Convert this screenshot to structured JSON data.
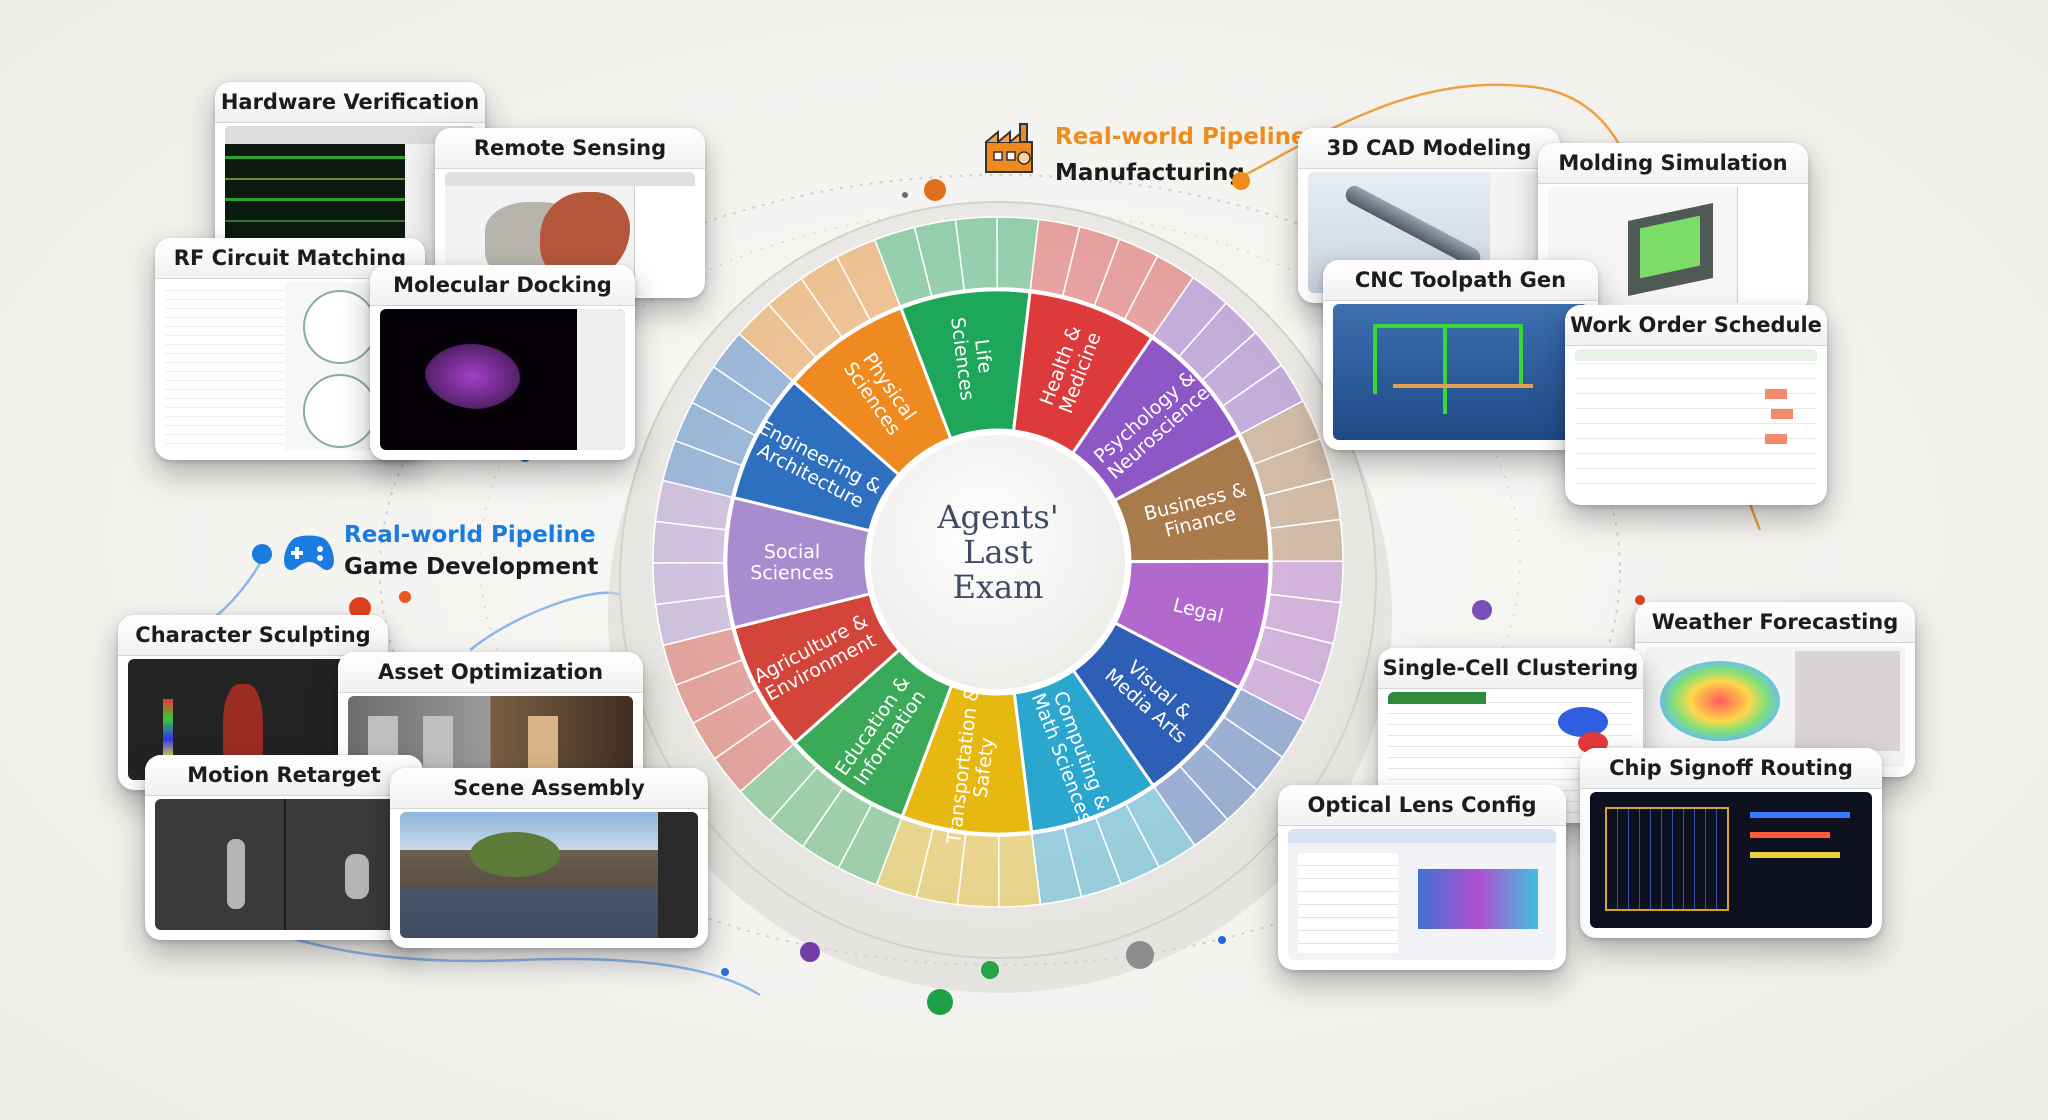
{
  "center": {
    "line1": "Agents'",
    "line2": "Last",
    "line3": "Exam"
  },
  "sectors": [
    {
      "label": "Social Sciences",
      "color": "#a98bd0"
    },
    {
      "label": "Engineering & Architecture",
      "color": "#2f6fc0"
    },
    {
      "label": "Physical Sciences",
      "color": "#ee8a1f"
    },
    {
      "label": "Life Sciences",
      "color": "#1ea65a"
    },
    {
      "label": "Health & Medicine",
      "color": "#dd3b3b"
    },
    {
      "label": "Psychology & Neuroscience",
      "color": "#8d58c6"
    },
    {
      "label": "Business & Finance",
      "color": "#a97a4c"
    },
    {
      "label": "Legal",
      "color": "#b268cc"
    },
    {
      "label": "Visual & Media Arts",
      "color": "#2d5fb6"
    },
    {
      "label": "Computing & Math Sciences",
      "color": "#2aa6cf"
    },
    {
      "label": "Transportation & Safety",
      "color": "#e7b712"
    },
    {
      "label": "Education & Information",
      "color": "#3aaa58"
    },
    {
      "label": "Agriculture & Environment",
      "color": "#d3443a"
    }
  ],
  "pipelines": {
    "manufacturing": {
      "title": "Real-world Pipeline",
      "subtitle": "Manufacturing",
      "color": "#f08c1c",
      "icon": "factory-icon"
    },
    "game": {
      "title": "Real-world Pipeline",
      "subtitle": "Game Development",
      "color": "#1a7be0",
      "icon": "gamepad-icon"
    }
  },
  "cards": {
    "hardware_verification": "Hardware Verification",
    "remote_sensing": "Remote Sensing",
    "rf_circuit_matching": "RF Circuit Matching",
    "molecular_docking": "Molecular Docking",
    "cad_modeling": "3D CAD Modeling",
    "molding_simulation": "Molding Simulation",
    "cnc_toolpath": "CNC Toolpath Gen",
    "work_order_schedule": "Work Order Schedule",
    "character_sculpting": "Character Sculpting",
    "asset_optimization": "Asset Optimization",
    "motion_retarget": "Motion Retarget",
    "scene_assembly": "Scene Assembly",
    "single_cell_clustering": "Single-Cell Clustering",
    "weather_forecasting": "Weather Forecasting",
    "chip_signoff_routing": "Chip Signoff Routing",
    "optical_lens_config": "Optical Lens Config"
  }
}
